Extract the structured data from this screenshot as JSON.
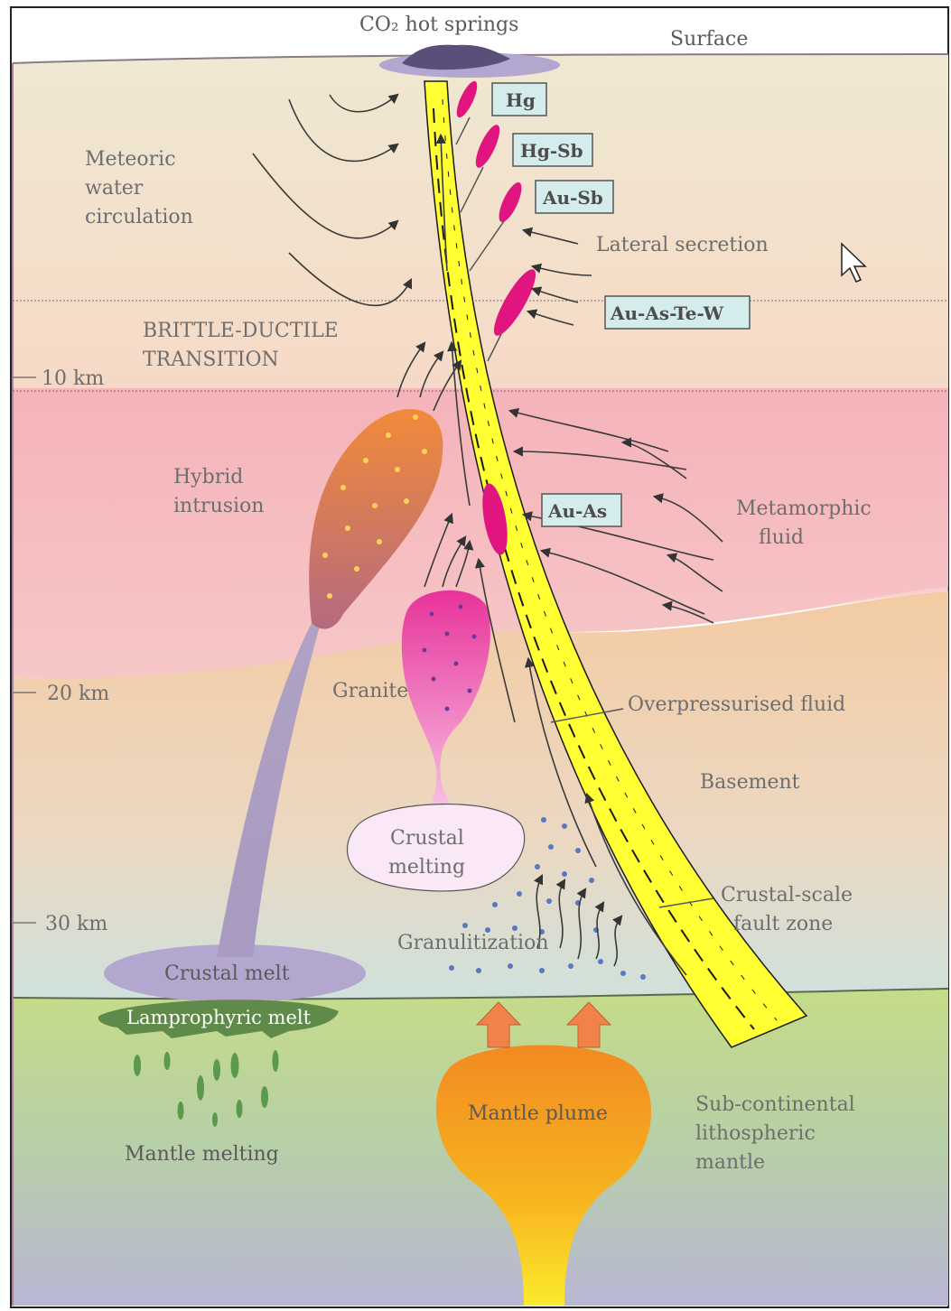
{
  "diagram": {
    "top": {
      "hot_springs": "CO₂ hot springs",
      "surface": "Surface"
    },
    "labels": {
      "meteoric": [
        "Meteoric",
        "water",
        "circulation"
      ],
      "brittle": [
        "BRITTLE-DUCTILE",
        "TRANSITION"
      ],
      "lateral_secretion": "Lateral secretion",
      "hybrid": [
        "Hybrid",
        "intrusion"
      ],
      "metamorphic": [
        "Metamorphic",
        "fluid"
      ],
      "granite": "Granite",
      "overpressurised": "Overpressurised fluid",
      "basement": "Basement",
      "crustal_melting": [
        "Crustal",
        "melting"
      ],
      "crustal_scale": [
        "Crustal-scale",
        "fault zone"
      ],
      "granulitization": "Granulitization",
      "crustal_melt": "Crustal melt",
      "lamprophyric": "Lamprophyric melt",
      "mantle_melting": "Mantle melting",
      "mantle_plume": "Mantle plume",
      "sub_continental": [
        "Sub-continental",
        "lithospheric",
        "mantle"
      ]
    },
    "depths": {
      "d10": "10 km",
      "d20": "20 km",
      "d30": "30 km"
    },
    "deposits": {
      "hg": "Hg",
      "hg_sb": "Hg-Sb",
      "au_sb": "Au-Sb",
      "au_as_te_w": "Au-As-Te-W",
      "au_as": "Au-As"
    },
    "colors": {
      "fault_zone": "#ffff33",
      "ore": "#e0157f",
      "mantle_zone": "#b9d58a",
      "crust_upper": "#f3e3cc",
      "crust_lower": "#f2c9a6",
      "box_fill": "#d5ecec"
    }
  }
}
